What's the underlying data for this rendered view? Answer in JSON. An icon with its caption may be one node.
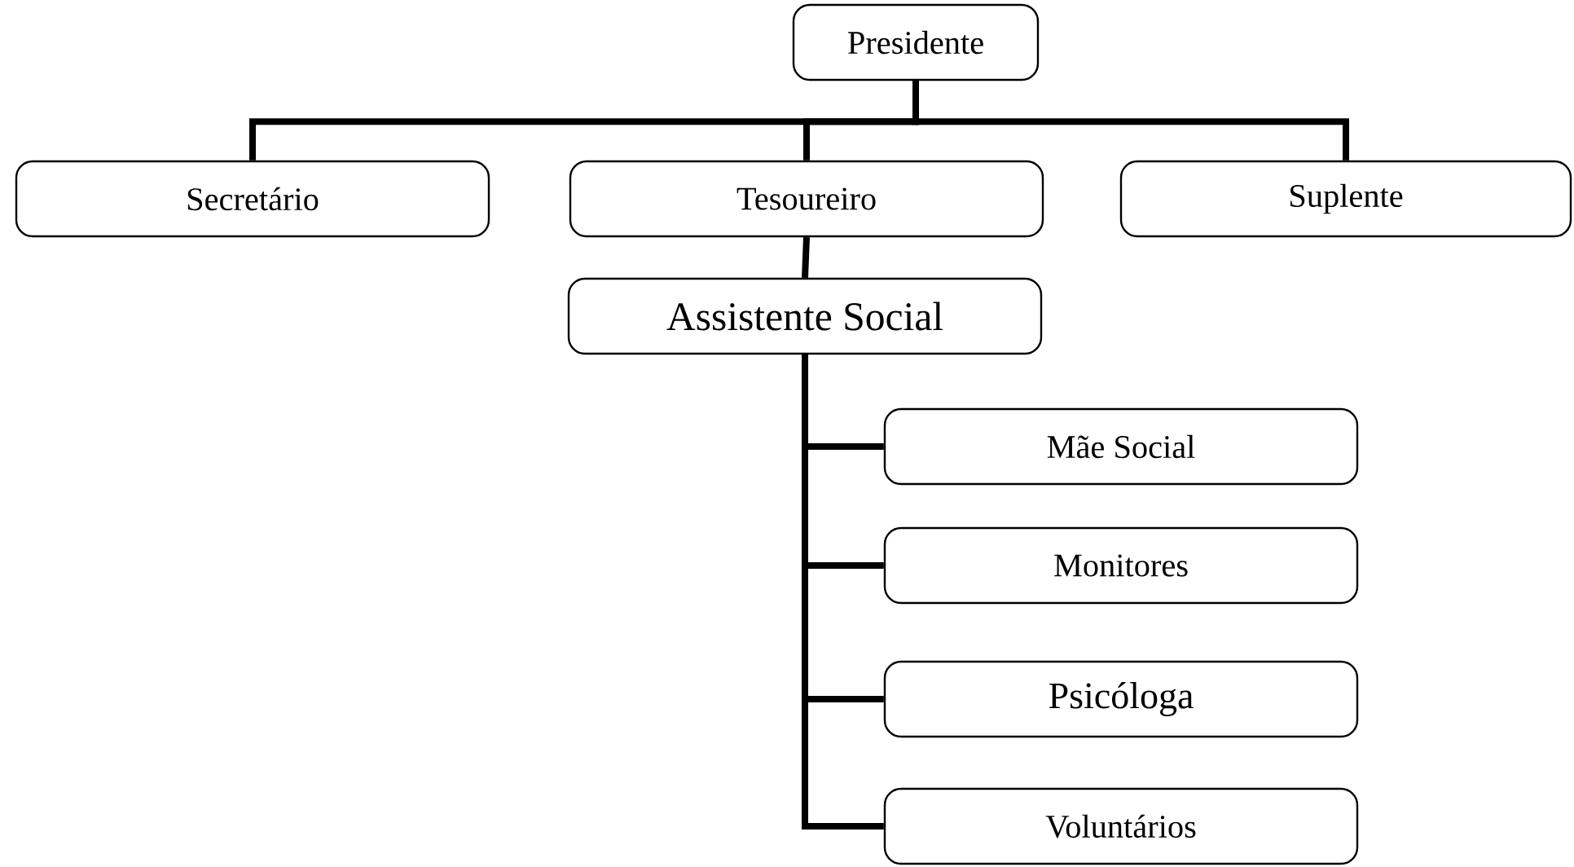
{
  "diagram": {
    "nodes": [
      {
        "text": [
          "Presidente"
        ]
      },
      {
        "text": [
          "Secretário"
        ]
      },
      {
        "text": [
          "Tesoureiro"
        ]
      },
      {
        "text": [
          "Suplente"
        ]
      },
      {
        "text": [
          "Assistente Social"
        ]
      },
      {
        "text": [
          "Mãe Social"
        ]
      },
      {
        "text": [
          "Monitores"
        ]
      },
      {
        "text": [
          "Psicóloga"
        ]
      },
      {
        "text": [
          "Voluntários"
        ]
      }
    ],
    "edges": [
      {
        "from": 0,
        "to": 1,
        "arrow": "none"
      },
      {
        "from": 0,
        "to": 2,
        "arrow": "none"
      },
      {
        "from": 0,
        "to": 3,
        "arrow": "none"
      },
      {
        "from": 2,
        "to": 4,
        "arrow": "none"
      },
      {
        "from": 4,
        "to": 5,
        "arrow": "none"
      },
      {
        "from": 4,
        "to": 6,
        "arrow": "none"
      },
      {
        "from": 4,
        "to": 7,
        "arrow": "none"
      },
      {
        "from": 4,
        "to": 8,
        "arrow": "none"
      }
    ]
  }
}
